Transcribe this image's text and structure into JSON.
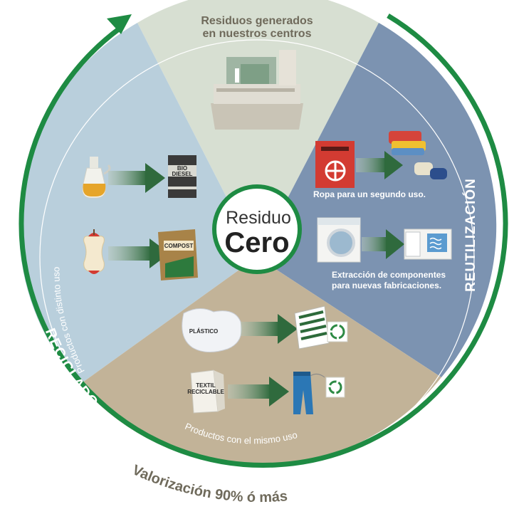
{
  "title": {
    "line1": "Residuos generados",
    "line2": "en nuestros centros"
  },
  "center": {
    "line1": "Residuo",
    "line2": "Cero"
  },
  "sectors": {
    "reutilizacion": {
      "label": "REUTILIZACIÓN",
      "items": [
        {
          "caption": "Ropa para un segundo uso."
        },
        {
          "caption_line1": "Extracción de componentes",
          "caption_line2": "para nuevas fabricaciones."
        }
      ]
    },
    "reciclado": {
      "label": "RECICLADO",
      "arc_text": "Productos con distinto uso",
      "bottom_arc_text": "Productos con el mismo uso",
      "product_labels": {
        "biodiesel_1": "BIO",
        "biodiesel_2": "DIESEL",
        "compost": "COMPOST",
        "plastico": "PLÁSTICO",
        "textil_1": "TEXTIL",
        "textil_2": "RECICLABLE"
      }
    }
  },
  "footer": {
    "valorizacion": "Valorización 90% ó más"
  },
  "colors": {
    "cycle_arrow": "#1e8b43",
    "center_ring": "#1e8b43",
    "top_sector": "#d7dfd2",
    "right_sector": "#7c93b1",
    "left_sector": "#b9cfdc",
    "bottom_sector": "#c2b398",
    "arrow_fill": "#2f6a3d"
  },
  "icons": [
    "building-icon",
    "donation-box-icon",
    "clothes-icon",
    "washing-machine-icon",
    "radiator-icon",
    "oil-jar-icon",
    "biodiesel-barrel-icon",
    "apple-core-icon",
    "compost-bag-icon",
    "plastic-bag-icon",
    "recycled-sheet-icon",
    "recycle-icon",
    "textile-box-icon",
    "jeans-icon"
  ]
}
